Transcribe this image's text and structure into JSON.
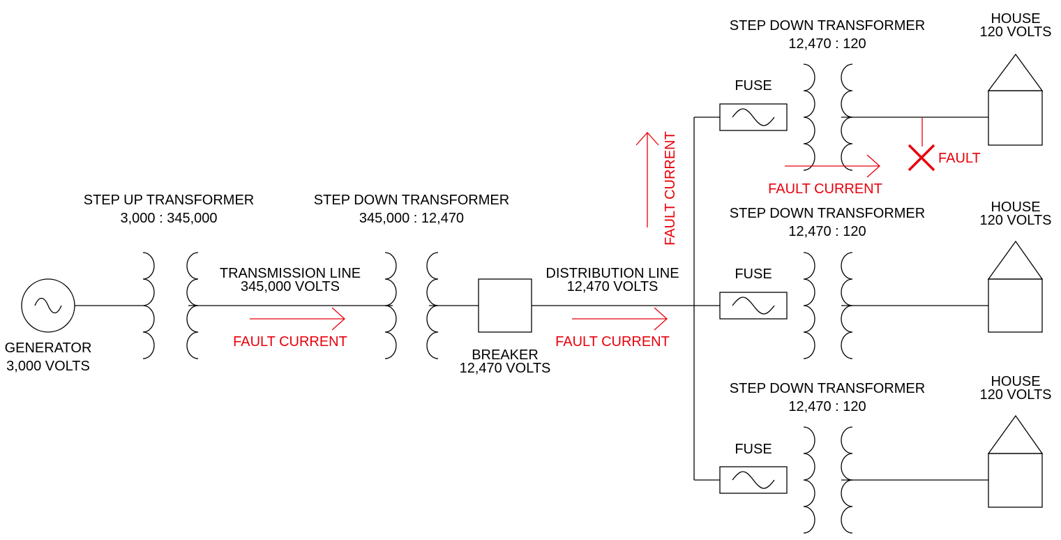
{
  "colors": {
    "line": "#000000",
    "fault": "#e8000b",
    "background": "#ffffff"
  },
  "generator": {
    "label": "GENERATOR",
    "voltage": "3,000 VOLTS"
  },
  "step_up": {
    "title": "STEP UP TRANSFORMER",
    "ratio": "3,000 : 345,000"
  },
  "step_down_main": {
    "title": "STEP DOWN TRANSFORMER",
    "ratio": "345,000 : 12,470"
  },
  "transmission": {
    "label": "TRANSMISSION LINE",
    "voltage": "345,000 VOLTS",
    "fault_label": "FAULT CURRENT"
  },
  "breaker": {
    "label": "BREAKER",
    "voltage": "12,470 VOLTS"
  },
  "distribution": {
    "label": "DISTRIBUTION LINE",
    "voltage": "12,470 VOLTS",
    "fault_label": "FAULT CURRENT"
  },
  "riser": {
    "fault_label": "FAULT CURRENT"
  },
  "branches": [
    {
      "fuse": "FUSE",
      "transformer_title": "STEP DOWN TRANSFORMER",
      "transformer_ratio": "12,470 : 120",
      "house": "HOUSE",
      "house_voltage": "120 VOLTS",
      "fault_label": "FAULT CURRENT",
      "fault_marker": "FAULT"
    },
    {
      "fuse": "FUSE",
      "transformer_title": "STEP DOWN TRANSFORMER",
      "transformer_ratio": "12,470 : 120",
      "house": "HOUSE",
      "house_voltage": "120 VOLTS"
    },
    {
      "fuse": "FUSE",
      "transformer_title": "STEP DOWN TRANSFORMER",
      "transformer_ratio": "12,470 : 120",
      "house": "HOUSE",
      "house_voltage": "120 VOLTS"
    }
  ]
}
